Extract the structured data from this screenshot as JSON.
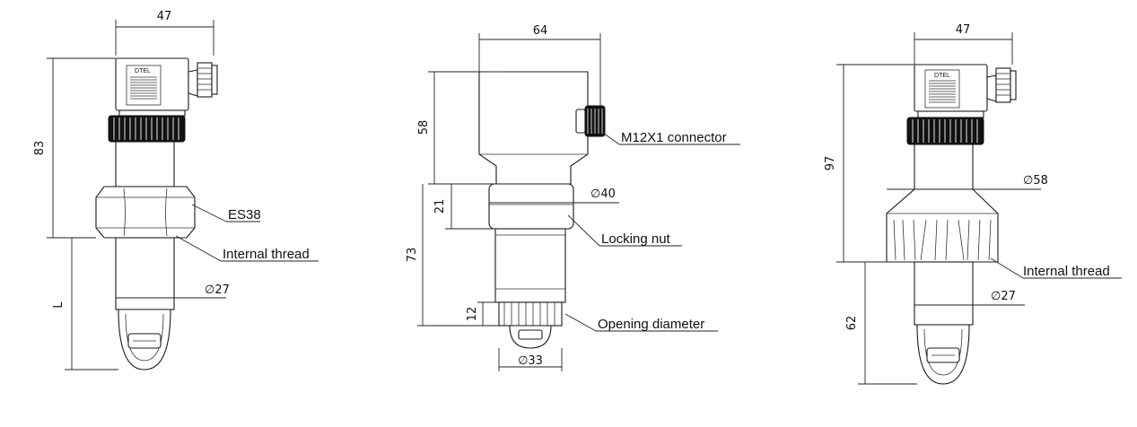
{
  "drawing_left": {
    "width_label": "47",
    "height_label": "83",
    "length_label": "L",
    "hex_label": "ES38",
    "thread_label": "Internal thread",
    "diameter_label": "∅27"
  },
  "drawing_center": {
    "width_label": "64",
    "head_height_label": "58",
    "nut_height_label": "21",
    "lower_height_label": "73",
    "tip_height_label": "12",
    "nut_diameter_label": "∅40",
    "tip_diameter_label": "∅33",
    "connector_label": "M12X1 connector",
    "locking_nut_label": "Locking nut",
    "opening_label": "Opening diameter"
  },
  "drawing_right": {
    "width_label": "47",
    "height_label": "97",
    "flange_diameter_label": "∅58",
    "thread_label": "Internal thread",
    "diameter_label": "∅27",
    "lower_length_label": "62"
  }
}
